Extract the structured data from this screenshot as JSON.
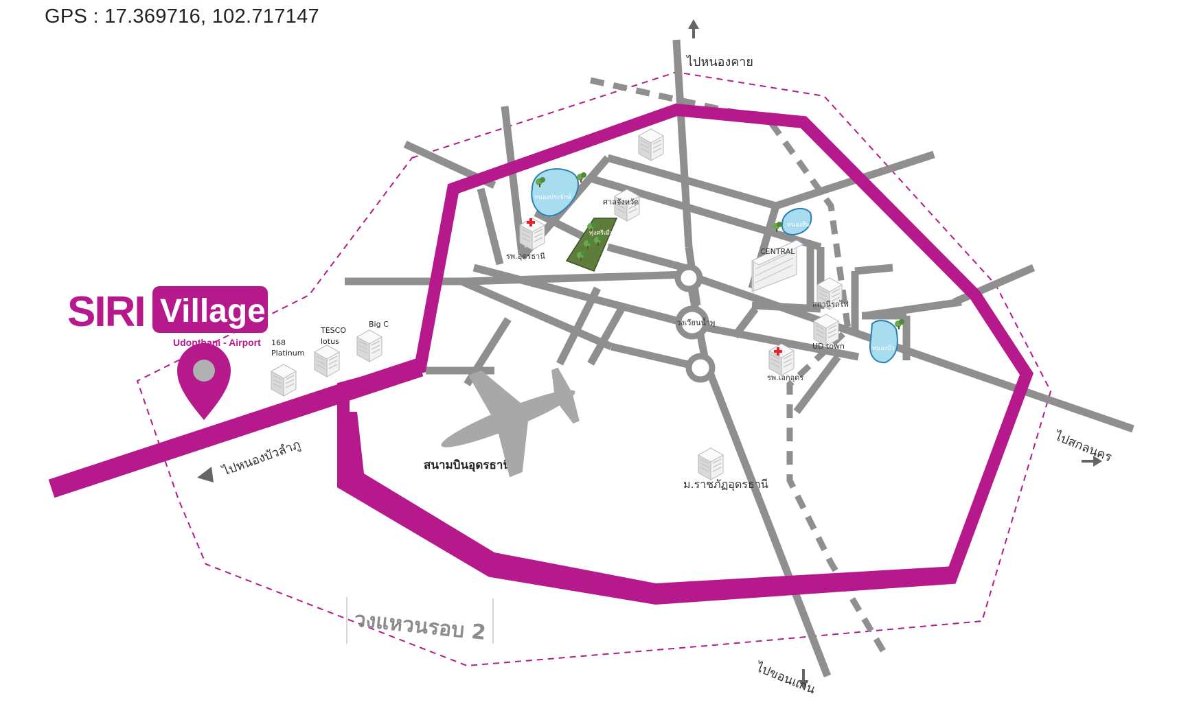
{
  "gps": {
    "text": "GPS : 17.369716, 102.717147"
  },
  "brand": {
    "name_part1": "SIRI",
    "name_part2": "Village",
    "subtitle": "Udonthani - Airport",
    "accent_color": "#b5198c"
  },
  "stores": [
    {
      "line1": "168",
      "line2": "Platinum"
    },
    {
      "line1": "TESCO",
      "line2": "lotus"
    },
    {
      "line1": "Big C",
      "line2": ""
    }
  ],
  "landmarks": {
    "pond_prachak": "หนองประจักษ์",
    "court": "ศาลจังหวัด",
    "park": "ทุ่งศรีเมือง",
    "hospital_udon": "รพ.อุดรธานี",
    "pond_sim": "หนองสิม",
    "central": "CENTRAL",
    "station": "สถานีรถไฟ",
    "ud_town": "UD town",
    "pond_bua": "หนองบัว",
    "hospital_ake": "รพ.เอกอุดร",
    "circle_namphu": "วงเวียนน้ำพุ",
    "airport": "สนามบินอุดรธานี",
    "university": "ม.ราชภัฏอุดรธานี"
  },
  "directions": {
    "north": "ไปหนองคาย",
    "west": "ไปหนองบัวลำภู",
    "east": "ไปสกลนคร",
    "south": "ไปขอนแก่น"
  },
  "ring_road_label": "วงแหวนรอบ 2",
  "colors": {
    "ring_road": "#b5198c",
    "roads": "#8f8f8f",
    "pond": "#a8dcef",
    "pond_edge": "#2a7fb0",
    "park": "#5f7d3a",
    "dashed_boundary": "#b5198c"
  },
  "icons": [
    "location-pin-icon",
    "airplane-icon",
    "building-icon",
    "hospital-cross-icon",
    "tree-icon",
    "arrow-icon"
  ]
}
